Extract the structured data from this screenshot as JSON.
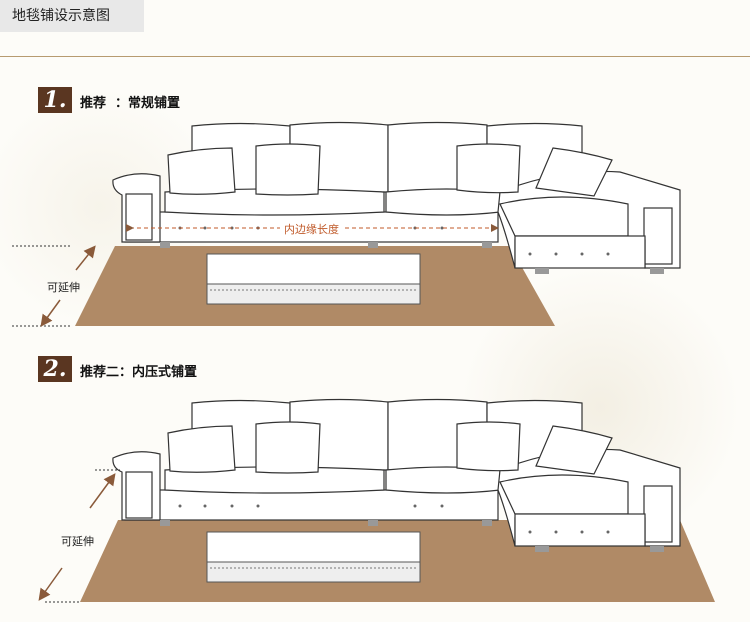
{
  "header": {
    "title": "地毯铺设示意图"
  },
  "section1": {
    "number": "1.",
    "title": "推荐  ：常规铺置",
    "extend_label": "可延伸",
    "inner_label": "内边缘长度"
  },
  "section2": {
    "number": "2.",
    "title": "推荐二：内压式铺置",
    "extend_label": "可延伸"
  },
  "colors": {
    "rug": "#b08a66",
    "badge": "#5a3621",
    "rule": "#b79b70"
  }
}
